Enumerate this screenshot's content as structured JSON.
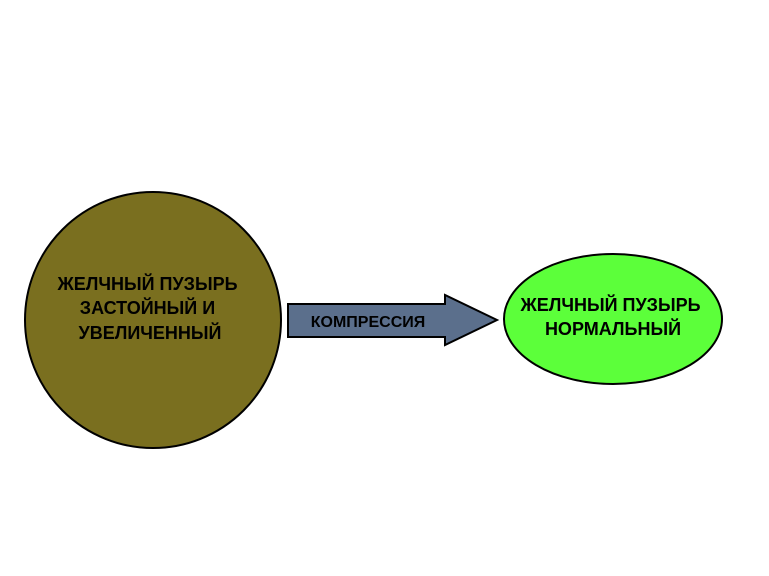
{
  "nodes": {
    "left": {
      "lines": [
        "ЖЕЛЧНЫЙ ПУЗЫРЬ",
        "ЗАСТОЙНЫЙ И",
        "УВЕЛИЧЕННЫЙ"
      ],
      "fill": "#7a6f1f"
    },
    "right": {
      "lines": [
        "ЖЕЛЧНЫЙ ПУЗЫРЬ",
        "НОРМАЛЬНЫЙ"
      ],
      "fill": "#5cff3a"
    }
  },
  "arrow": {
    "label": "КОМПРЕССИЯ",
    "fill": "#5b6f8c"
  }
}
